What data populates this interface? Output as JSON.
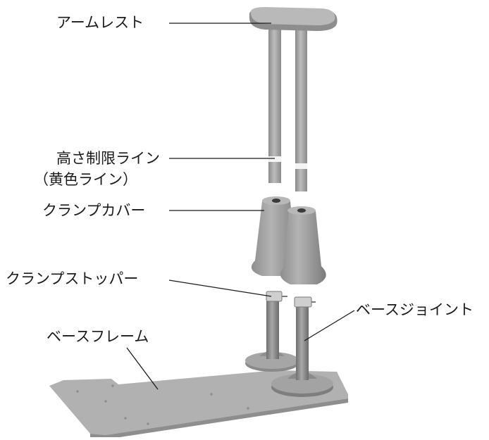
{
  "diagram": {
    "labels": {
      "armrest": "アームレスト",
      "height_limit_line_1": "高さ制限ライン",
      "height_limit_line_2": "（黄色ライン）",
      "clamp_cover": "クランプカバー",
      "clamp_stopper": "クランプストッパー",
      "base_joint": "ベースジョイント",
      "base_frame": "ベースフレーム"
    },
    "colors": {
      "part_fill": "#a9a9a9",
      "part_shade": "#8c8c8c",
      "part_dark": "#6e6e6e",
      "part_light": "#c8c8c8",
      "height_line": "#f2f2f2",
      "leader_line": "#1a1a1a"
    }
  }
}
